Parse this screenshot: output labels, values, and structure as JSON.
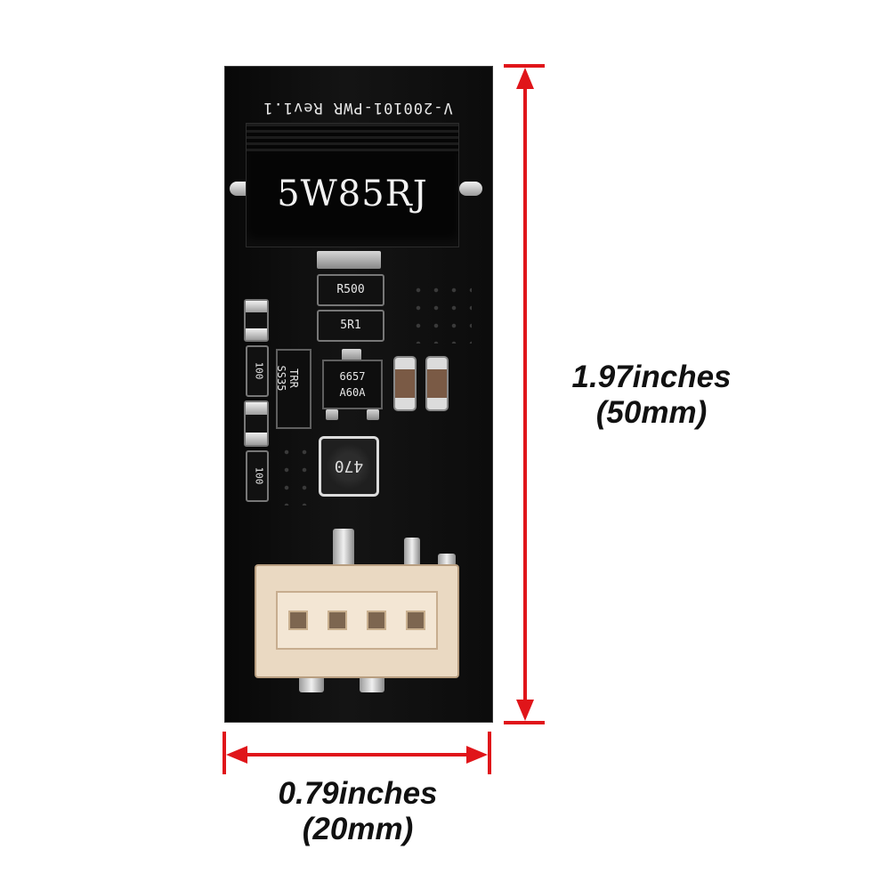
{
  "board": {
    "silkscreen_top": "V-200101-PWR Rev1.1",
    "resistor_marking": "5W85RJ",
    "components": {
      "r1": "R500",
      "r2": "5R1",
      "r3": "100",
      "r4": "100",
      "diode_line1": "TRR",
      "diode_line2": "SS35",
      "ic_line1": "6657",
      "ic_line2": "A60A",
      "inductor": "470"
    }
  },
  "dimensions": {
    "height_value": "1.97inches",
    "height_metric": "(50mm)",
    "width_value": "0.79inches",
    "width_metric": "(20mm)",
    "arrow_color": "#e0151a"
  }
}
